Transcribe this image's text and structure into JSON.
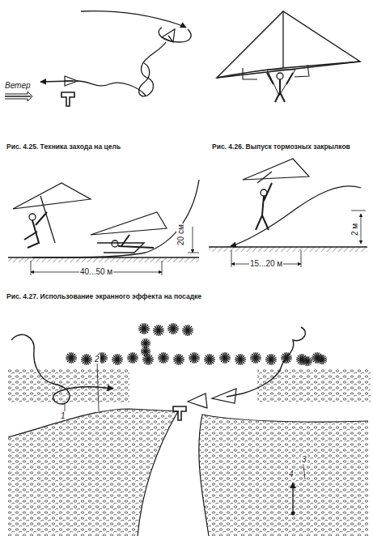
{
  "diagram": {
    "labels": [
      "Ветер",
      "Рис. 4.25. Техника захода на цель",
      "Рис. 4.26. Выпуск тормозных закрылков",
      "20 см",
      "40...50 м",
      "2 м",
      "15...20 м",
      "Рис. 4.27. Использование экранного эффекта на посадке",
      "1",
      "2",
      "4",
      "3"
    ]
  }
}
